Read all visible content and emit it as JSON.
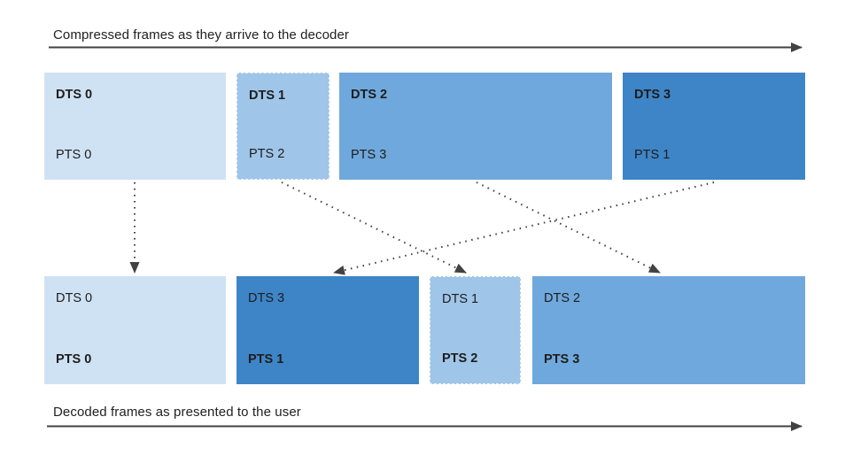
{
  "diagram": {
    "top_axis_label": "Compressed frames as they arrive to the decoder",
    "bottom_axis_label": "Decoded frames as presented to the user"
  },
  "colors": {
    "blue_lightest": "#cfe2f3",
    "blue_light": "#9fc5e8",
    "blue_medium": "#6fa8dc",
    "blue_dark": "#3d85c6",
    "arrow": "#424242",
    "text": "#212121"
  },
  "top_row": [
    {
      "dts": "DTS 0",
      "pts": "PTS 0",
      "color": "#cfe2f3"
    },
    {
      "dts": "DTS 1",
      "pts": "PTS 2",
      "color": "#9fc5e8"
    },
    {
      "dts": "DTS 2",
      "pts": "PTS 3",
      "color": "#6fa8dc"
    },
    {
      "dts": "DTS 3",
      "pts": "PTS 1",
      "color": "#3d85c6"
    }
  ],
  "bottom_row": [
    {
      "dts": "DTS 0",
      "pts": "PTS 0",
      "color": "#cfe2f3"
    },
    {
      "dts": "DTS 3",
      "pts": "PTS 1",
      "color": "#3d85c6"
    },
    {
      "dts": "DTS 1",
      "pts": "PTS 2",
      "color": "#9fc5e8"
    },
    {
      "dts": "DTS 2",
      "pts": "PTS 3",
      "color": "#6fa8dc"
    }
  ]
}
